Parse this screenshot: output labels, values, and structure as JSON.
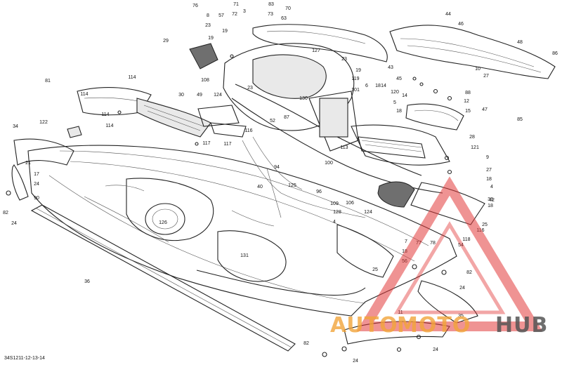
{
  "diagram": {
    "reference_code": "34S1211-12-13-14",
    "callouts": [
      "76",
      "71",
      "83",
      "70",
      "8",
      "57",
      "72",
      "3",
      "73",
      "63",
      "23",
      "19",
      "44",
      "46",
      "29",
      "19",
      "127",
      "48",
      "23",
      "86",
      "108",
      "19",
      "43",
      "10",
      "114",
      "45",
      "27",
      "81",
      "119",
      "101",
      "6",
      "18",
      "14",
      "88",
      "120",
      "12",
      "23",
      "130",
      "14",
      "30",
      "49",
      "124",
      "5",
      "18",
      "15",
      "114",
      "114",
      "47",
      "85",
      "114",
      "122",
      "116",
      "52",
      "34",
      "87",
      "28",
      "113",
      "117",
      "117",
      "121",
      "9",
      "21",
      "100",
      "27",
      "17",
      "94",
      "18",
      "24",
      "125",
      "96",
      "4",
      "40",
      "33",
      "90",
      "109",
      "106",
      "18",
      "42",
      "82",
      "24",
      "128",
      "124",
      "25",
      "126",
      "4",
      "116",
      "7",
      "77",
      "78",
      "54",
      "118",
      "131",
      "18",
      "56",
      "25",
      "36",
      "82",
      "24",
      "11",
      "35",
      "82",
      "24",
      "24"
    ],
    "watermark": {
      "word1": "AUTO",
      "word2": "MOTO",
      "word3": "HUB",
      "color_orange": "#f2a53a",
      "color_grey": "#555555",
      "color_red": "#e23a3a"
    }
  }
}
